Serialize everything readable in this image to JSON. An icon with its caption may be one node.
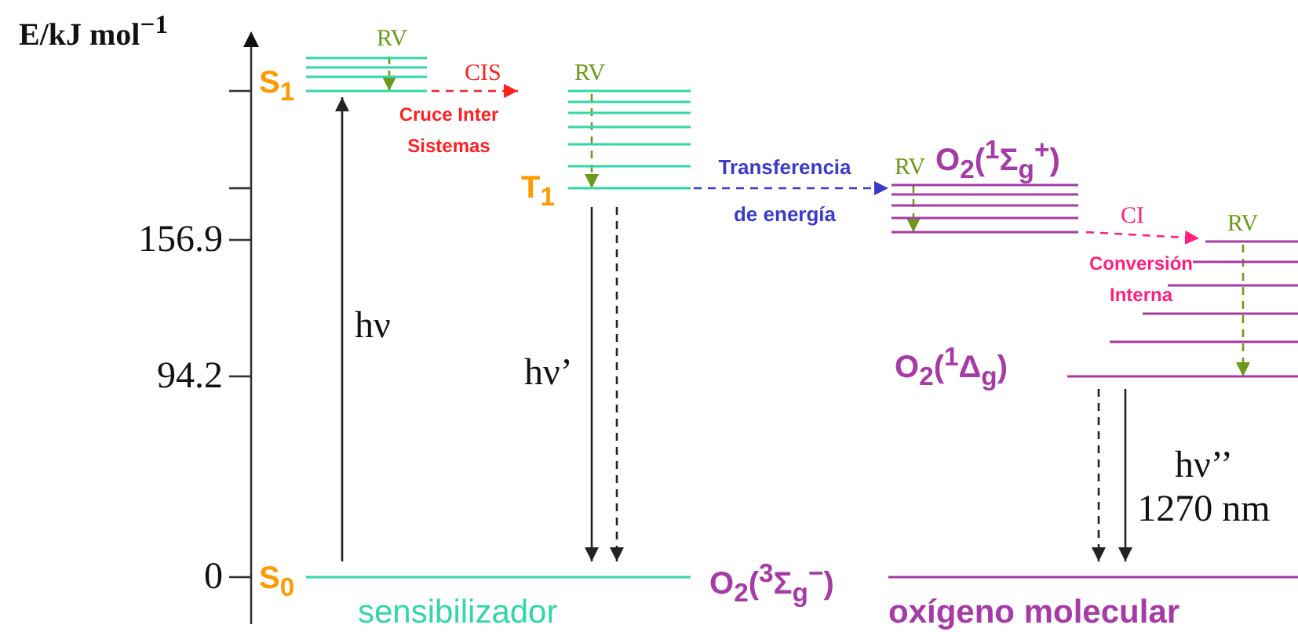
{
  "diagram": {
    "nodes": [
      {
        "text": [
          "S$_{1}$"
        ]
      },
      {
        "text": [
          "T$_{1}$"
        ]
      },
      {
        "text": [
          "S$_{0}$"
        ],
        "beside": [
          "sensibilizador"
        ]
      },
      {
        "text": [
          "O$_{2}$($^{1}$Σ$_{g}$$^{+}$)"
        ]
      },
      {
        "text": [
          "O$_{2}$($^{1}$Δ$_{g}$)"
        ]
      },
      {
        "text": [
          "O$_{2}$($^{3}$Σ$_{g}$$^{−}$)"
        ],
        "beside": [
          "oxígeno molecular"
        ]
      }
    ],
    "edges": [
      {
        "from": null,
        "to": 0,
        "arrow": "to",
        "label": "RV",
        "style": "dashed",
        "color": "#6b9a1a"
      },
      {
        "from": 2,
        "to": 0,
        "arrow": "to",
        "label": "hν"
      },
      {
        "from": 0,
        "to": 1,
        "arrow": "to",
        "label": "CIS",
        "style": "dashed",
        "color": "#ff2020"
      },
      {
        "from": null,
        "to": 1,
        "arrow": "to",
        "label": "RV",
        "style": "dashed",
        "color": "#6b9a1a"
      },
      {
        "from": 1,
        "to": 2,
        "arrow": "to",
        "label": "hν’"
      },
      {
        "from": 1,
        "to": 2,
        "arrow": "to",
        "style": "dashed"
      },
      {
        "from": 1,
        "to": 3,
        "arrow": "to",
        "label": "Transferencia de energía",
        "style": "dashed",
        "color": "#3a3acc"
      },
      {
        "from": null,
        "to": 3,
        "arrow": "to",
        "label": "RV",
        "style": "dashed",
        "color": "#6b9a1a"
      },
      {
        "from": 3,
        "to": 4,
        "arrow": "to",
        "label": "CI",
        "style": "dashed",
        "color": "#ff1f7a"
      },
      {
        "from": null,
        "to": 4,
        "arrow": "to",
        "label": "RV",
        "style": "dashed",
        "color": "#6b9a1a"
      },
      {
        "from": 4,
        "to": 5,
        "arrow": "to",
        "style": "dashed"
      },
      {
        "from": 4,
        "to": 5,
        "arrow": "to",
        "label": "hν’’ 1270 nm"
      }
    ],
    "labels": [
      "E/kJ mol$^{−1}$",
      "Cruce Inter Sistemas",
      "156.9",
      "Conversión Interna",
      "94.2",
      "0"
    ]
  }
}
